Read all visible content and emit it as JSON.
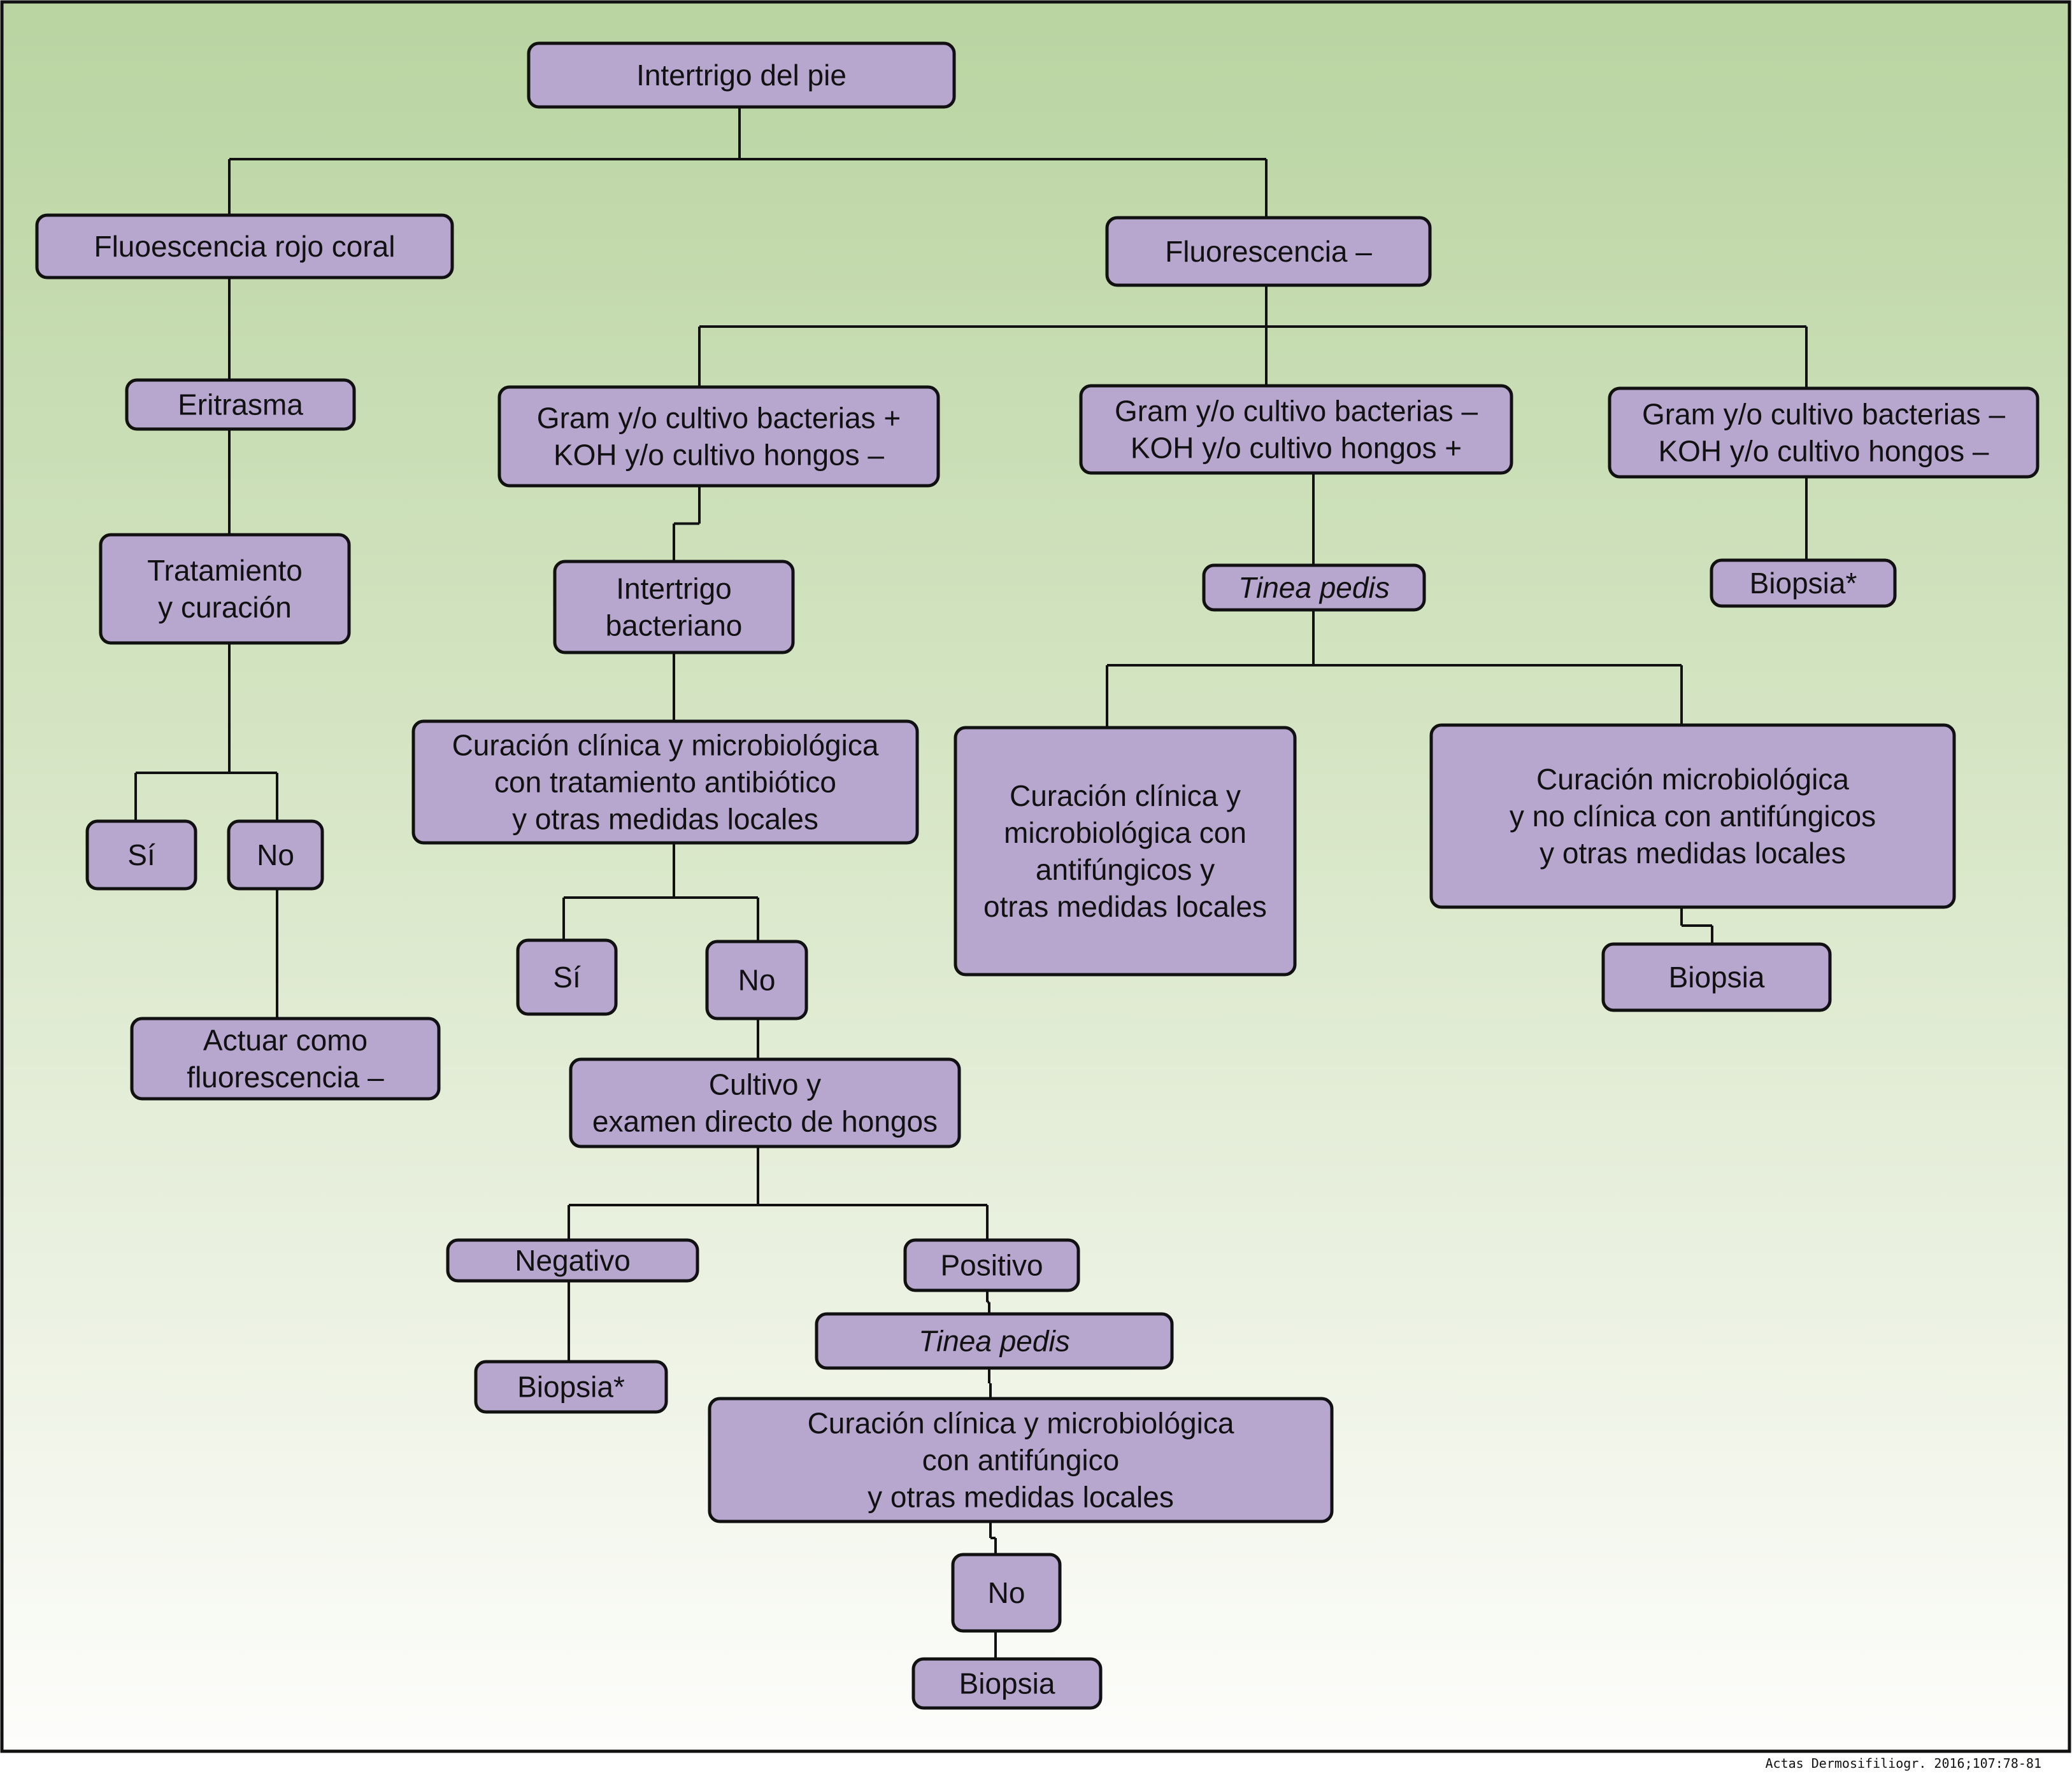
{
  "title": "Intertrigo del pie",
  "colors": {
    "node_fill": "#b7a7cf",
    "node_border": "#111111",
    "background_top": "#b9d4a1",
    "background_bottom": "#fdfdfb"
  },
  "nodes": [
    {
      "id": "root",
      "lines": [
        "Intertrigo del pie"
      ]
    },
    {
      "id": "fluo_coral",
      "lines": [
        "Fluoescencia rojo coral"
      ]
    },
    {
      "id": "fluo_neg",
      "lines": [
        "Fluorescencia –"
      ]
    },
    {
      "id": "eritrasma",
      "lines": [
        "Eritrasma"
      ]
    },
    {
      "id": "gram_pos",
      "lines": [
        "Gram y/o cultivo bacterias +",
        "KOH y/o cultivo hongos –"
      ]
    },
    {
      "id": "gram_neg_koh_pos",
      "lines": [
        "Gram y/o cultivo bacterias –",
        "KOH y/o cultivo hongos +"
      ]
    },
    {
      "id": "gram_neg_koh_neg",
      "lines": [
        "Gram y/o cultivo bacterias –",
        "KOH y/o cultivo hongos –"
      ]
    },
    {
      "id": "tratamiento",
      "lines": [
        "Tratamiento",
        "y curación"
      ]
    },
    {
      "id": "intertrigo_bact",
      "lines": [
        "Intertrigo",
        "bacteriano"
      ]
    },
    {
      "id": "tinea_right",
      "lines": [
        "Tinea pedis"
      ],
      "italic": true
    },
    {
      "id": "biopsia_star_right",
      "lines": [
        "Biopsia*"
      ]
    },
    {
      "id": "curacion_antibiotico",
      "lines": [
        "Curación clínica y microbiológica",
        "con tratamiento antibiótico",
        "y otras medidas locales"
      ]
    },
    {
      "id": "curacion_antifungicos",
      "lines": [
        "Curación clínica y",
        "microbiológica con",
        "antifúngicos y",
        "otras medidas locales"
      ]
    },
    {
      "id": "curacion_micro_no_clinica",
      "lines": [
        "Curación microbiológica",
        "y no clínica con antifúngicos",
        "y otras medidas locales"
      ]
    },
    {
      "id": "biopsia_right",
      "lines": [
        "Biopsia"
      ]
    },
    {
      "id": "si_left",
      "lines": [
        "Sí"
      ]
    },
    {
      "id": "no_left",
      "lines": [
        "No"
      ]
    },
    {
      "id": "actuar",
      "lines": [
        "Actuar como",
        "fluorescencia –"
      ]
    },
    {
      "id": "si_mid",
      "lines": [
        "Sí"
      ]
    },
    {
      "id": "no_mid",
      "lines": [
        "No"
      ]
    },
    {
      "id": "cultivo",
      "lines": [
        "Cultivo y",
        "examen directo de hongos"
      ]
    },
    {
      "id": "negativo",
      "lines": [
        "Negativo"
      ]
    },
    {
      "id": "positivo",
      "lines": [
        "Positivo"
      ]
    },
    {
      "id": "biopsia_star_bottom",
      "lines": [
        "Biopsia*"
      ]
    },
    {
      "id": "tinea_bottom",
      "lines": [
        "Tinea pedis"
      ],
      "italic": true
    },
    {
      "id": "curacion_antifungico",
      "lines": [
        "Curación clínica y microbiológica",
        "con antifúngico",
        "y otras medidas locales"
      ]
    },
    {
      "id": "no_bottom",
      "lines": [
        "No"
      ]
    },
    {
      "id": "biopsia_bottom",
      "lines": [
        "Biopsia"
      ]
    }
  ],
  "edges": [
    [
      "root",
      "fluo_coral"
    ],
    [
      "root",
      "fluo_neg"
    ],
    [
      "fluo_coral",
      "eritrasma"
    ],
    [
      "eritrasma",
      "tratamiento"
    ],
    [
      "tratamiento",
      "si_left"
    ],
    [
      "tratamiento",
      "no_left"
    ],
    [
      "no_left",
      "actuar"
    ],
    [
      "fluo_neg",
      "gram_pos"
    ],
    [
      "fluo_neg",
      "gram_neg_koh_pos"
    ],
    [
      "fluo_neg",
      "gram_neg_koh_neg"
    ],
    [
      "gram_pos",
      "intertrigo_bact"
    ],
    [
      "intertrigo_bact",
      "curacion_antibiotico"
    ],
    [
      "curacion_antibiotico",
      "si_mid"
    ],
    [
      "curacion_antibiotico",
      "no_mid"
    ],
    [
      "no_mid",
      "cultivo"
    ],
    [
      "cultivo",
      "negativo"
    ],
    [
      "cultivo",
      "positivo"
    ],
    [
      "negativo",
      "biopsia_star_bottom"
    ],
    [
      "positivo",
      "tinea_bottom"
    ],
    [
      "tinea_bottom",
      "curacion_antifungico"
    ],
    [
      "curacion_antifungico",
      "no_bottom"
    ],
    [
      "no_bottom",
      "biopsia_bottom"
    ],
    [
      "gram_neg_koh_pos",
      "tinea_right"
    ],
    [
      "tinea_right",
      "curacion_antifungicos"
    ],
    [
      "tinea_right",
      "curacion_micro_no_clinica"
    ],
    [
      "curacion_micro_no_clinica",
      "biopsia_right"
    ],
    [
      "gram_neg_koh_neg",
      "biopsia_star_right"
    ]
  ],
  "citation": "Actas Dermosifiliogr. 2016;107:78-81"
}
